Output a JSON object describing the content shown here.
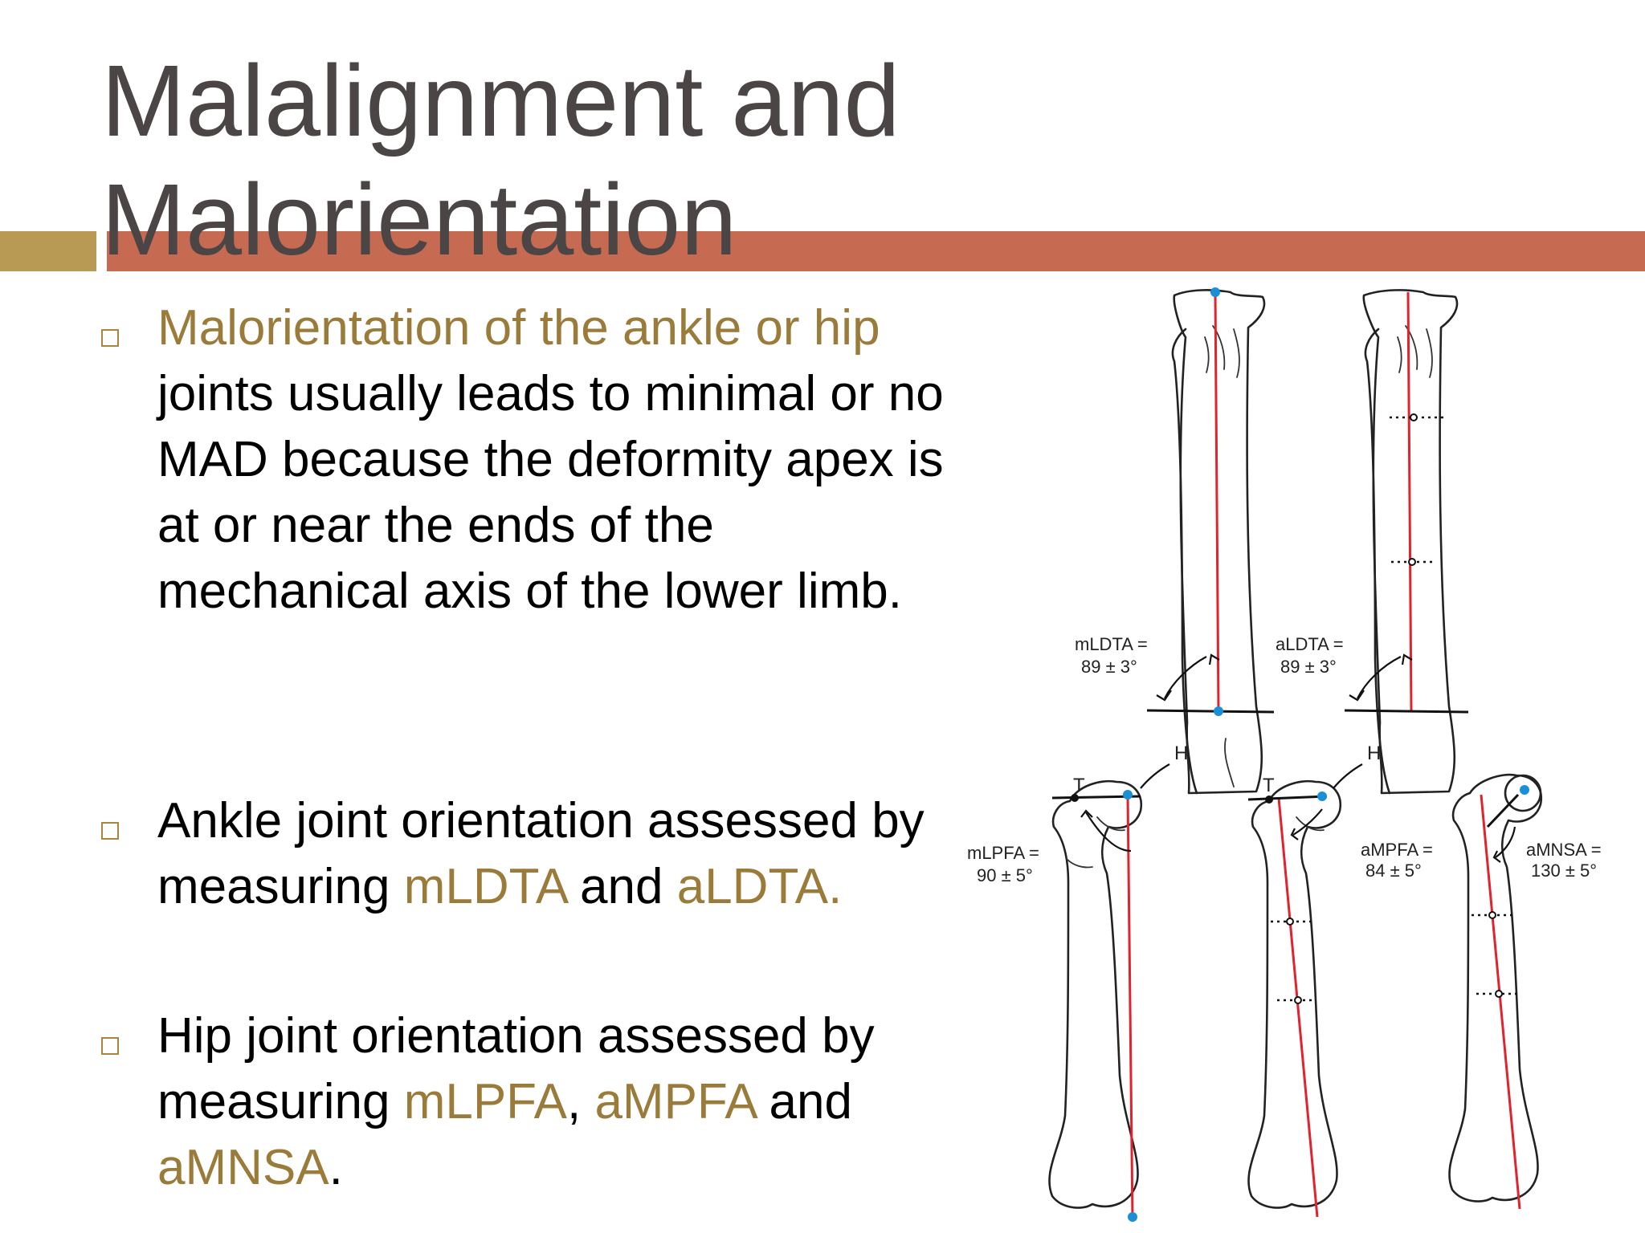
{
  "slide": {
    "title_line1": "Malalignment and",
    "title_line2": "Malorientation"
  },
  "bullets": [
    {
      "parts": [
        {
          "text": "Malorientation of the ankle or hip",
          "highlight": true
        },
        {
          "text": " joints usually leads to minimal or no MAD because the deformity apex is at or near the ends of the mechanical axis of the lower limb.",
          "highlight": false
        }
      ]
    },
    {
      "parts": [
        {
          "text": "Ankle joint orientation assessed by measuring ",
          "highlight": false
        },
        {
          "text": "mLDTA",
          "highlight": true
        },
        {
          "text": " and ",
          "highlight": false
        },
        {
          "text": "aLDTA.",
          "highlight": true
        }
      ]
    },
    {
      "parts": [
        {
          "text": "Hip joint orientation assessed by measuring  ",
          "highlight": false
        },
        {
          "text": "mLPFA",
          "highlight": true
        },
        {
          "text": ", ",
          "highlight": false
        },
        {
          "text": "aMPFA",
          "highlight": true
        },
        {
          "text": " and ",
          "highlight": false
        },
        {
          "text": "aMNSA",
          "highlight": true
        },
        {
          "text": ".",
          "highlight": false
        }
      ]
    }
  ],
  "figure": {
    "tibia_labels": [
      {
        "name": "mLDTA =",
        "value": "89 ± 3°"
      },
      {
        "name": "aLDTA =",
        "value": "89 ± 3°"
      }
    ],
    "femur_labels": [
      {
        "name": "mLPFA =",
        "value": "90 ± 5°"
      },
      {
        "name": "aMPFA =",
        "value": "84 ± 5°"
      },
      {
        "name": "aMNSA =",
        "value": "130 ± 5°"
      }
    ],
    "point_labels": {
      "head": "H",
      "trochanter": "T"
    }
  },
  "colors": {
    "title": "#4b4546",
    "highlight": "#9b7b3a",
    "bar_gold": "#b89a54",
    "bar_red": "#c66a52",
    "axis_red": "#e0232e",
    "point_blue": "#1b8fd6"
  }
}
